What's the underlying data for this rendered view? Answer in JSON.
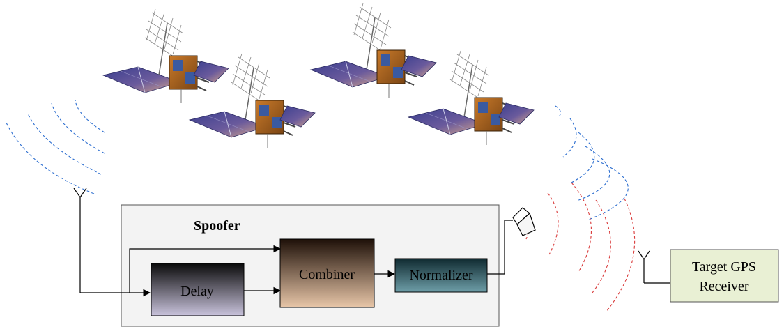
{
  "spoofer": {
    "title": "Spoofer",
    "blocks": {
      "delay": "Delay",
      "combiner": "Combiner",
      "normalizer": "Normalizer"
    }
  },
  "target": {
    "line1": "Target GPS",
    "line2": "Receiver"
  },
  "colors": {
    "satellite_wave": "#2e6fd0",
    "spoof_wave": "#d93a3a",
    "delay_top": "#0a0a0a",
    "delay_bottom": "#c9c3dc",
    "combiner_top": "#1e1008",
    "combiner_bottom": "#e8c6a8",
    "normalizer_top": "#0f2a30",
    "normalizer_bottom": "#6e9ea8",
    "target_fill": "#e9f0d4",
    "spoofer_frame_fill": "#f3f3f3"
  },
  "icons": [
    "satellite-icon",
    "antenna-icon",
    "horn-antenna-icon"
  ]
}
